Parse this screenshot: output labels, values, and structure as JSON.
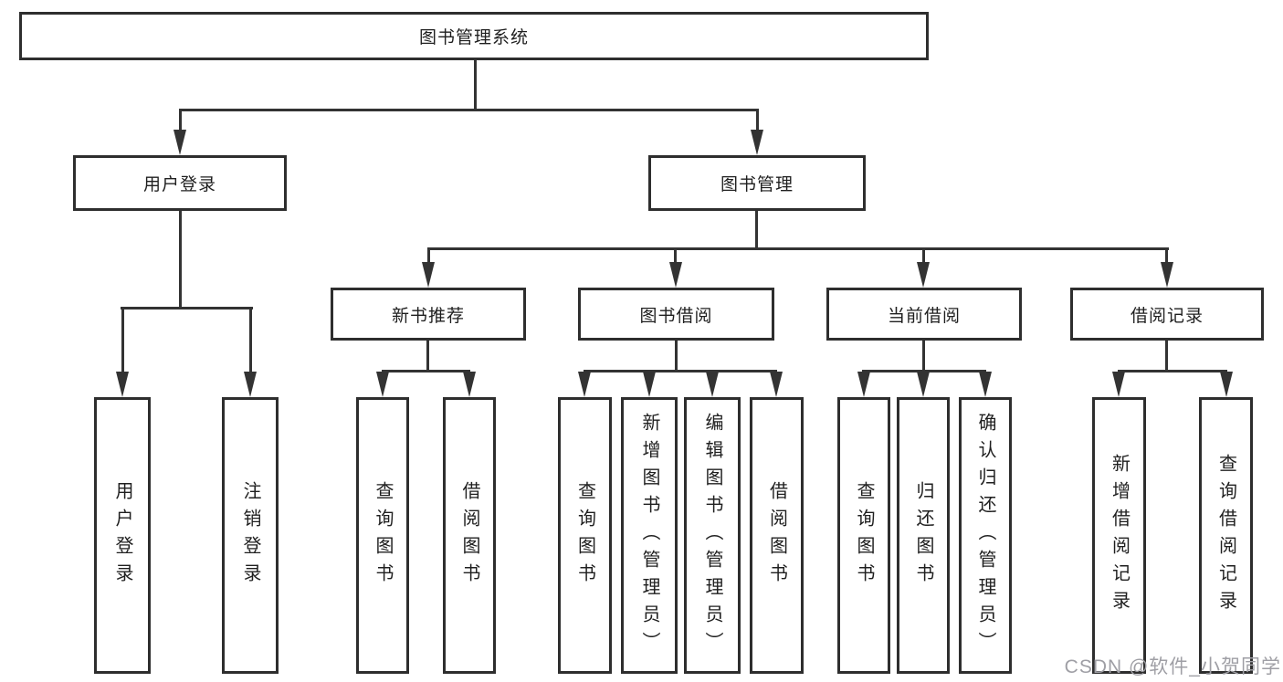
{
  "diagram": {
    "root": "图书管理系统",
    "branches": {
      "user": {
        "label": "用户登录",
        "children": [
          "用户登录",
          "注销登录"
        ]
      },
      "book": {
        "label": "图书管理",
        "groups": [
          {
            "label": "新书推荐",
            "children": [
              "查询图书",
              "借阅图书"
            ]
          },
          {
            "label": "图书借阅",
            "children": [
              "查询图书",
              "新增图书（管理员）",
              "编辑图书（管理员）",
              "借阅图书"
            ]
          },
          {
            "label": "当前借阅",
            "children": [
              "查询图书",
              "归还图书",
              "确认归还（管理员）"
            ]
          },
          {
            "label": "借阅记录",
            "children": [
              "新增借阅记录",
              "查询借阅记录"
            ]
          }
        ]
      }
    }
  },
  "watermark": "CSDN @软件_小贺同学",
  "colors": {
    "line": "#333333",
    "box_border": "#2e2e2e",
    "box_bg": "#ffffff",
    "text": "#1f1f1f",
    "watermark": "#9f9fa5",
    "background": "#ffffff"
  }
}
